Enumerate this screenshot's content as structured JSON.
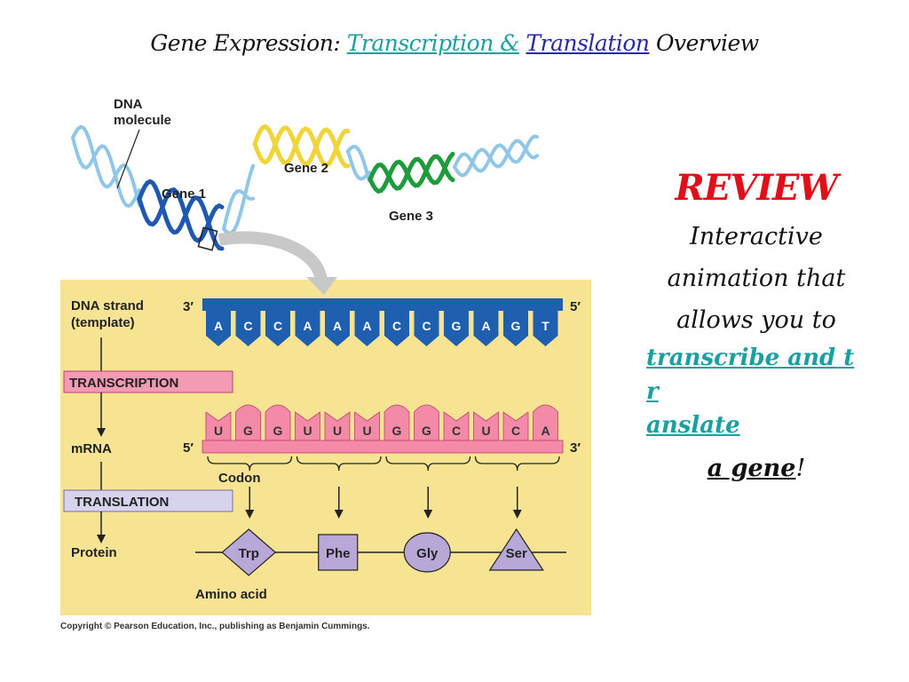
{
  "title": {
    "part1": "Gene Expression:",
    "link1": "Transcription &",
    "link2": "Translation",
    "part2": "Overview"
  },
  "figure": {
    "dna_molecule_label": "DNA molecule",
    "dna_molecule_line1": "DNA",
    "dna_molecule_line2": "molecule",
    "gene1": "Gene 1",
    "gene2": "Gene 2",
    "gene3": "Gene 3",
    "dna_strand_line1": "DNA strand",
    "dna_strand_line2": "(template)",
    "end_3": "3′",
    "end_5": "5′",
    "dna_bases": [
      "A",
      "C",
      "C",
      "A",
      "A",
      "A",
      "C",
      "C",
      "G",
      "A",
      "G",
      "T"
    ],
    "mrna_bases": [
      "U",
      "G",
      "G",
      "U",
      "U",
      "U",
      "G",
      "G",
      "C",
      "U",
      "C",
      "A"
    ],
    "transcription_label": "TRANSCRIPTION",
    "translation_label": "TRANSLATION",
    "mrna_label": "mRNA",
    "codon_label": "Codon",
    "protein_label": "Protein",
    "amino_acid_label": "Amino acid",
    "amino_acids": [
      "Trp",
      "Phe",
      "Gly",
      "Ser"
    ],
    "copyright": "Copyright © Pearson Education, Inc., publishing as Benjamin Cummings.",
    "colors": {
      "panel": "#f7e493",
      "dna_base": "#1f5fb0",
      "mrna_base": "#f28aa8",
      "transcription_box": "#f39ab4",
      "translation_box": "#d8d3ec",
      "amino_fill": "#b7a8d8",
      "gene1": "#1e58b0",
      "gene2": "#f0d438",
      "gene3": "#1f9a3c",
      "dna_light": "#8fc6ea"
    }
  },
  "review": {
    "title": "REVIEW",
    "line1": "Interactive",
    "line2": "animation that",
    "line3": "allows you to",
    "link": "transcribe and tr anslate",
    "link_line1": "transcribe and tr",
    "link_line2": "anslate",
    "tail_link": "a gene",
    "tail_punct": "!"
  }
}
